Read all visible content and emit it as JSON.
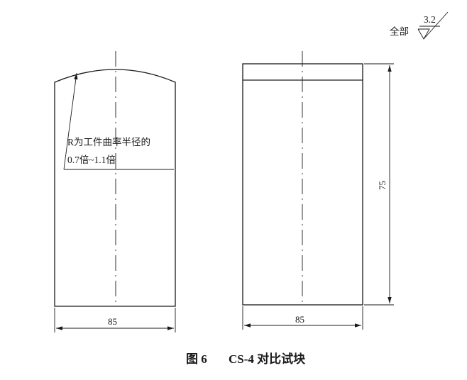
{
  "figure": {
    "caption_number": "图 6",
    "caption_title": "CS-4 对比试块"
  },
  "surface_roughness": {
    "prefix": "全部",
    "value": "3.2"
  },
  "left_view": {
    "radius_note_line1": "R为工件曲率半径的",
    "radius_note_line2": "0.7倍~1.1倍",
    "width_dimension": "85"
  },
  "right_view": {
    "width_dimension": "85",
    "height_dimension": "75"
  }
}
